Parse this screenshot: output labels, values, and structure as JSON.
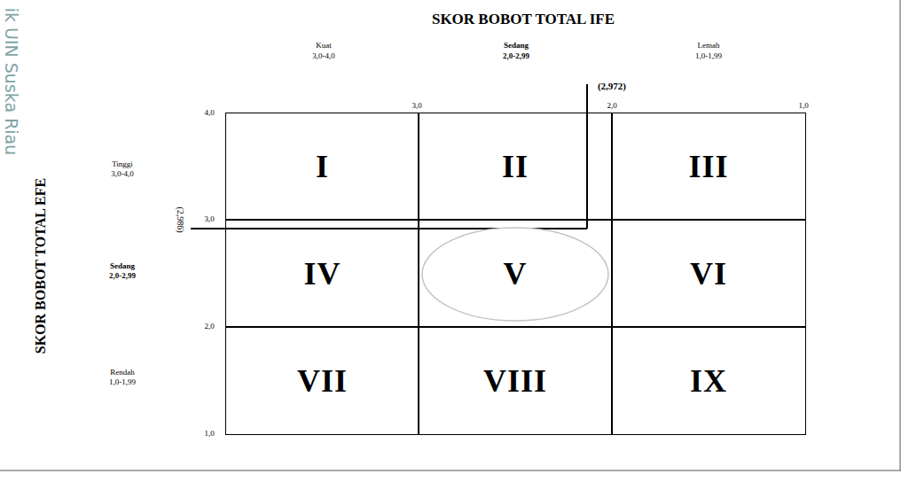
{
  "diagram": {
    "title": "SKOR BOBOT TOTAL IFE",
    "nodes": [
      {
        "text": [
          "I"
        ]
      },
      {
        "text": [
          "II"
        ]
      },
      {
        "text": [
          "III"
        ]
      },
      {
        "text": [
          "IV"
        ]
      },
      {
        "text": [
          "V"
        ]
      },
      {
        "text": [
          "VI"
        ]
      },
      {
        "text": [
          "VII"
        ]
      },
      {
        "text": [
          "VIII"
        ]
      },
      {
        "text": [
          "IX"
        ]
      }
    ],
    "labels": [
      "Kuat",
      "3,0-4,0",
      "Sedang",
      "2,0-2,99",
      "Lemah",
      "1,0-1,99",
      "(2,972)",
      "4,0",
      "3,0",
      "2,0",
      "1,0",
      "Tinggi",
      "3,0-4,0",
      "(2,986)",
      "3,0",
      "Sedang",
      "2,0-2,99",
      "2,0",
      "Rendah",
      "1,0-1,99",
      "1,0",
      "SKOR BOBOT TOTAL EFE",
      "ik UIN Suska Riau"
    ]
  }
}
